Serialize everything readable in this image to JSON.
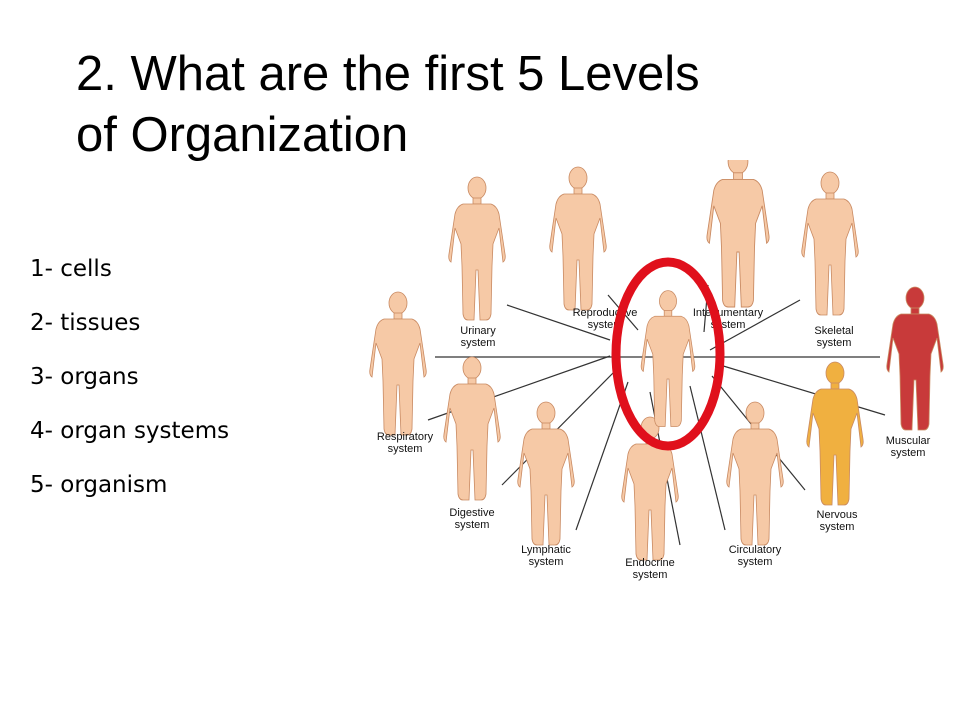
{
  "slide": {
    "title_lines": [
      "2. What are the first 5 Levels",
      "of Organization"
    ],
    "levels": [
      "1- cells",
      "2- tissues",
      "3- organs",
      "4- organ systems",
      "5- organism"
    ]
  },
  "figure": {
    "systems": [
      {
        "id": "urinary",
        "lines": [
          "Urinary",
          "system"
        ]
      },
      {
        "id": "reproductive",
        "lines": [
          "Reproductive",
          "system"
        ]
      },
      {
        "id": "integumentary",
        "lines": [
          "Integumentary",
          "system"
        ]
      },
      {
        "id": "skeletal",
        "lines": [
          "Skeletal",
          "system"
        ]
      },
      {
        "id": "respiratory",
        "lines": [
          "Respiratory",
          "system"
        ]
      },
      {
        "id": "muscular",
        "lines": [
          "Muscular",
          "system"
        ]
      },
      {
        "id": "digestive",
        "lines": [
          "Digestive",
          "system"
        ]
      },
      {
        "id": "lymphatic",
        "lines": [
          "Lymphatic",
          "system"
        ]
      },
      {
        "id": "endocrine",
        "lines": [
          "Endocrine",
          "system"
        ]
      },
      {
        "id": "circulatory",
        "lines": [
          "Circulatory",
          "system"
        ]
      },
      {
        "id": "nervous",
        "lines": [
          "Nervous",
          "system"
        ]
      }
    ],
    "colors": {
      "skin": "#f6c9a6",
      "skin_outline": "#c98a62",
      "highlight_ring": "#e0101c",
      "muscle": "#c83a3a",
      "nerve": "#f0b040",
      "vessel": "#8a1f2a"
    }
  }
}
